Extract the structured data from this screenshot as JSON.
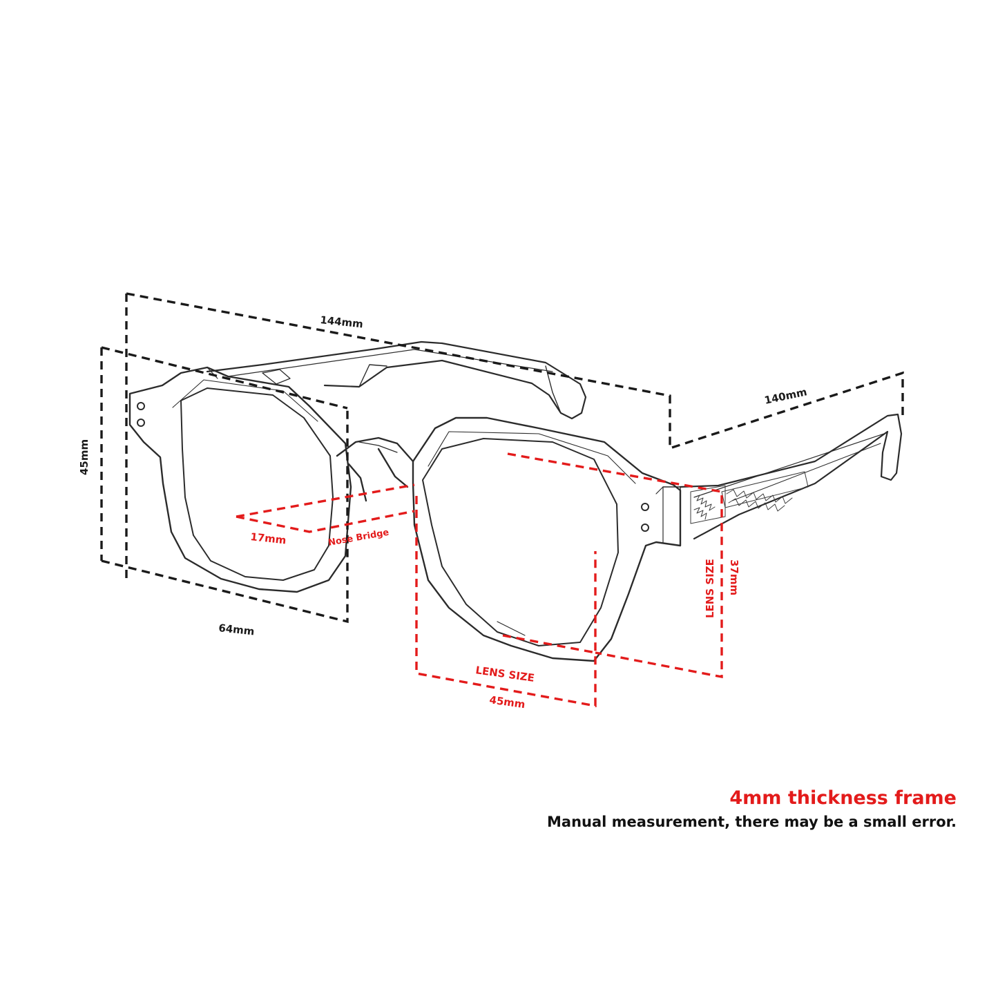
{
  "diagram": {
    "dimensions": {
      "total_width": "144mm",
      "temple_length": "140mm",
      "frame_height": "45mm",
      "lens_width_front": "64mm",
      "bridge": "17mm",
      "bridge_label": "Nose Bridge",
      "lens_height_label": "LENS SIZE",
      "lens_height": "37mm",
      "lens_width_label": "LENS SIZE",
      "lens_width": "45mm"
    },
    "colors": {
      "dimension_black": "#1a1a1a",
      "dimension_red": "#e31b1b",
      "sketch": "#2b2b2b"
    }
  },
  "footer": {
    "title": "4mm thickness frame",
    "note": "Manual measurement, there may be a small error."
  }
}
